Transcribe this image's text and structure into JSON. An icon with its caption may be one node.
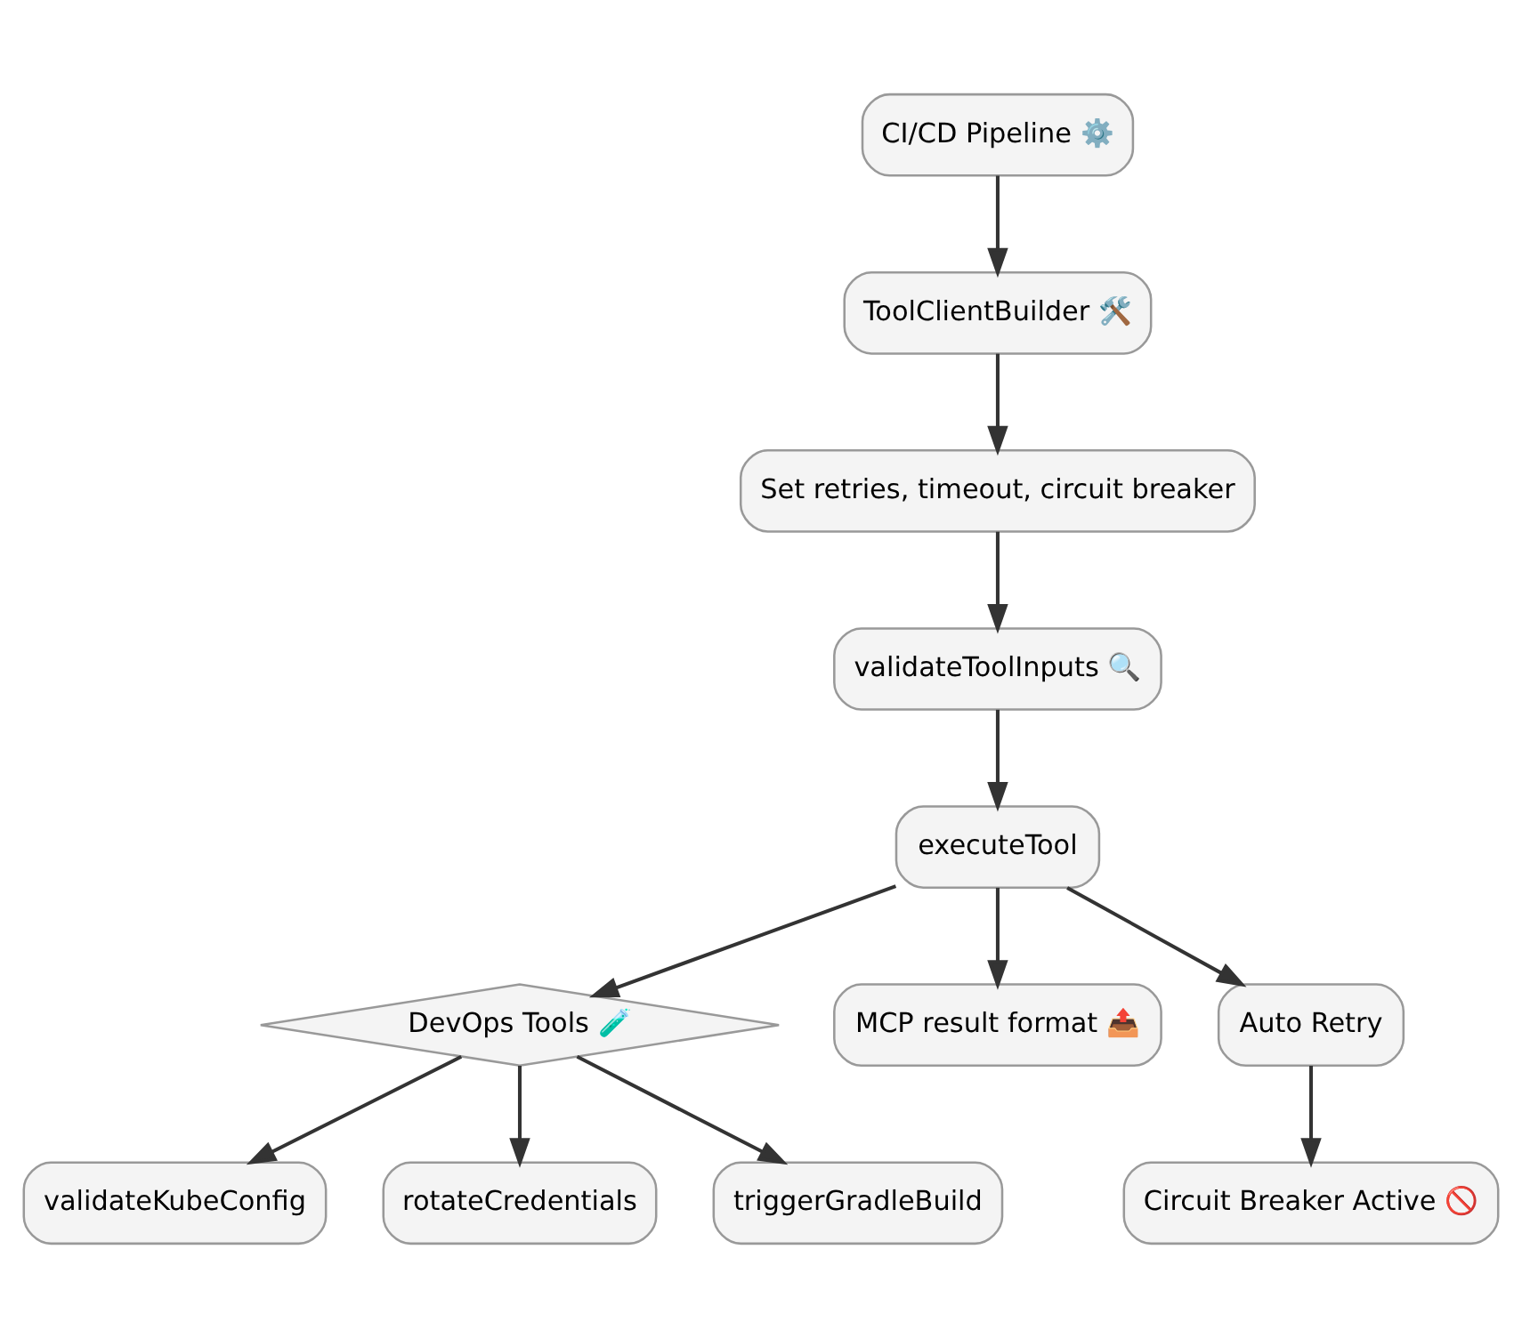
{
  "diagram": {
    "nodes": [
      {
        "text": [
          "CI/CD Pipeline ⚙️"
        ]
      },
      {
        "text": [
          "ToolClientBuilder 🛠️"
        ]
      },
      {
        "text": [
          "Set retries, timeout, circuit breaker"
        ]
      },
      {
        "text": [
          "validateToolInputs 🔍"
        ]
      },
      {
        "text": [
          "executeTool"
        ]
      },
      {
        "text": [
          "DevOps Tools 🧪"
        ]
      },
      {
        "text": [
          "MCP result format 📤"
        ]
      },
      {
        "text": [
          "Auto Retry"
        ]
      },
      {
        "text": [
          "validateKubeConfig"
        ]
      },
      {
        "text": [
          "rotateCredentials"
        ]
      },
      {
        "text": [
          "triggerGradleBuild"
        ]
      },
      {
        "text": [
          "Circuit Breaker Active 🚫"
        ]
      }
    ],
    "edges": [
      {
        "from": 0,
        "to": 1,
        "arrow": "to"
      },
      {
        "from": 1,
        "to": 2,
        "arrow": "to"
      },
      {
        "from": 2,
        "to": 3,
        "arrow": "to"
      },
      {
        "from": 3,
        "to": 4,
        "arrow": "to"
      },
      {
        "from": 4,
        "to": 5,
        "arrow": "to"
      },
      {
        "from": 4,
        "to": 6,
        "arrow": "to"
      },
      {
        "from": 4,
        "to": 7,
        "arrow": "to"
      },
      {
        "from": 5,
        "to": 8,
        "arrow": "to"
      },
      {
        "from": 5,
        "to": 9,
        "arrow": "to"
      },
      {
        "from": 5,
        "to": 10,
        "arrow": "to"
      },
      {
        "from": 7,
        "to": 11,
        "arrow": "to"
      }
    ]
  }
}
